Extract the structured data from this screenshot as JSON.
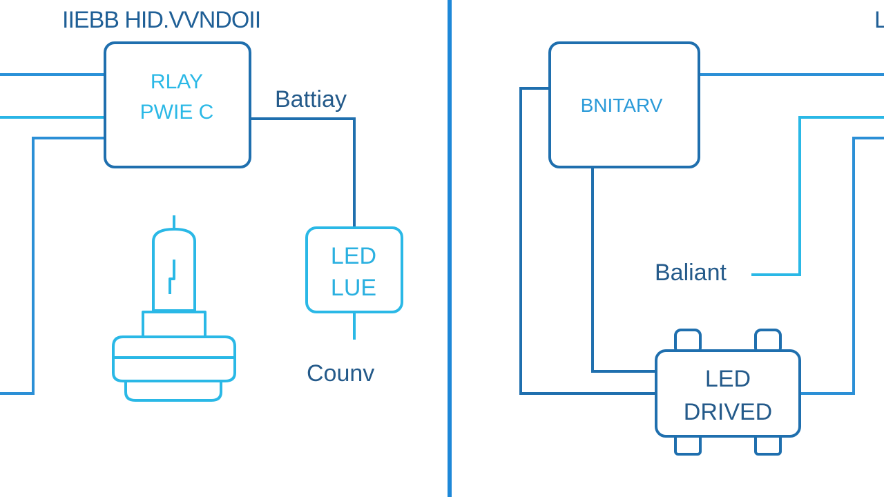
{
  "title_left": "IIEBB HID.VVNDOII",
  "title_right_fragment": "L",
  "left_panel": {
    "relay_box": {
      "line1": "RLAY",
      "line2": "PWIE C"
    },
    "battery_label": "Battiay",
    "led_box": {
      "line1": "LED",
      "line2": "LUE"
    },
    "ground_label": "Counv",
    "bulb_icon": "halogen-bulb-icon"
  },
  "right_panel": {
    "battery_box": {
      "line1": "BNITARV"
    },
    "ballast_label": "Baliant",
    "driver_box": {
      "line1": "LED",
      "line2": "DRIVED"
    }
  },
  "colors": {
    "dark_blue": "#1f6fae",
    "mid_blue": "#2b8fd6",
    "cyan": "#2ab8e6",
    "divider": "#1e88d8",
    "text_dark": "#245a8a"
  }
}
